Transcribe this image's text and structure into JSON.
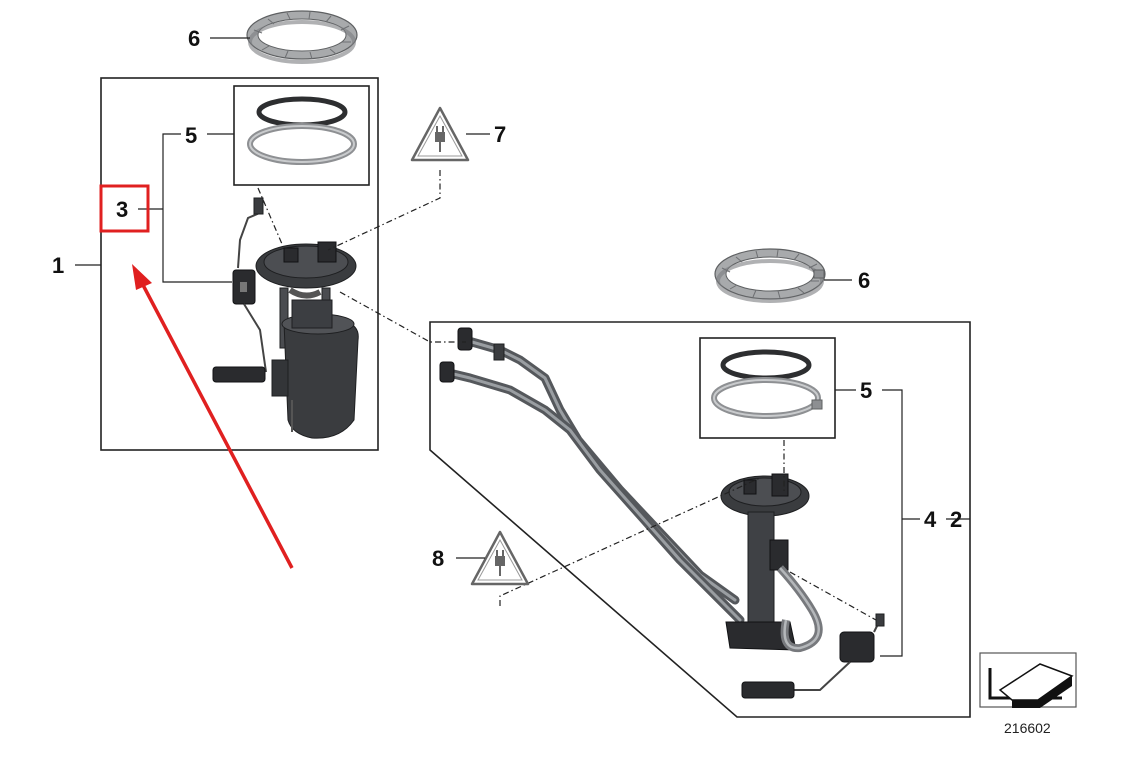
{
  "callouts": {
    "part_1": "1",
    "part_2": "2",
    "part_3": "3",
    "part_4": "4",
    "part_5_left": "5",
    "part_5_right": "5",
    "part_6_top": "6",
    "part_6_right": "6",
    "part_7": "7",
    "part_8": "8"
  },
  "reference_number": "216602",
  "colors": {
    "highlight_box": "#e02020",
    "arrow": "#e02020",
    "lines": "#222222"
  },
  "icons": {
    "caution_plug": "warning-plug-icon",
    "orientation": "direction-arrow-icon"
  }
}
